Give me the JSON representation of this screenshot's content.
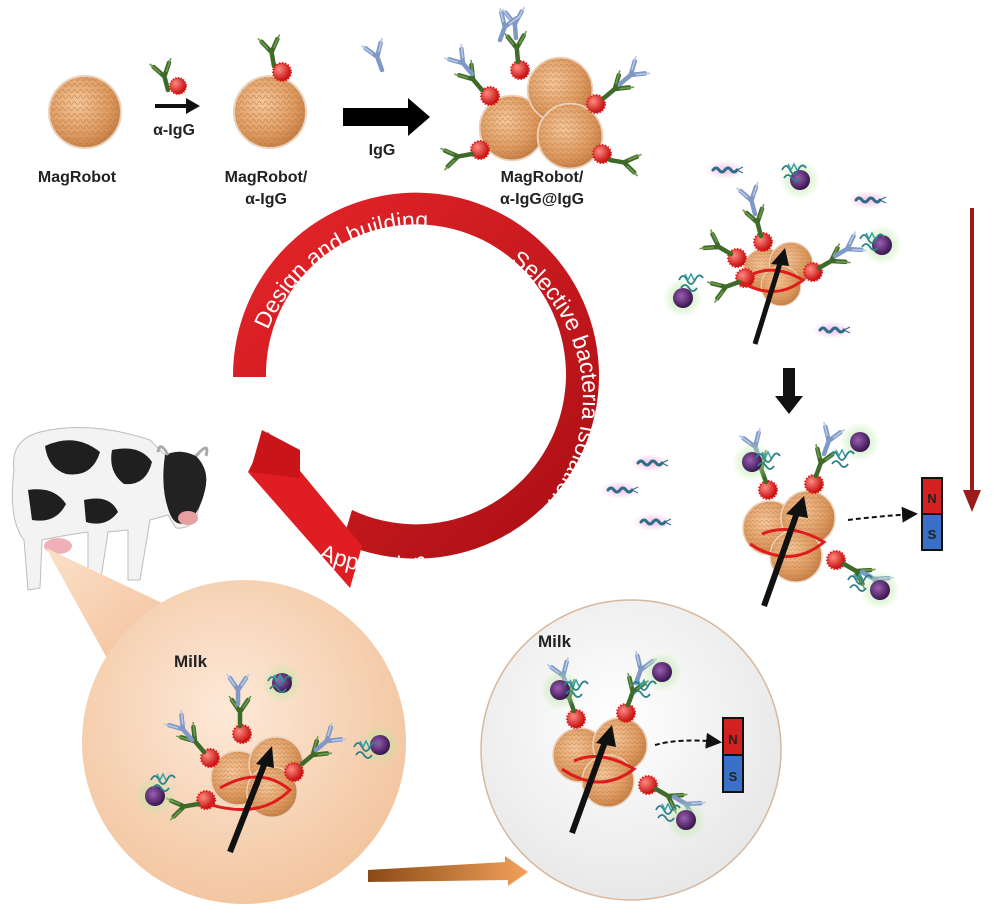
{
  "labels": {
    "magrobot": "MagRobot",
    "anti_igg": "α-IgG",
    "magrobot_anti_line1": "MagRobot/",
    "magrobot_anti_line2": "α-IgG",
    "igg": "IgG",
    "complex_line1": "MagRobot/",
    "complex_line2": "α-IgG@IgG",
    "milk_left": "Milk",
    "milk_right": "Milk",
    "magnet_north": "N",
    "magnet_south": "S"
  },
  "cycle": {
    "design": "Design and building",
    "isolation": "Selective bacteria isolation",
    "application": "Application"
  },
  "colors": {
    "particle": "#e0a46e",
    "antibody_dark": "#3f6b2a",
    "antibody_blue": "#8da6d0",
    "gold_red": "#e01b1b",
    "cycle_red": "#d3151b",
    "bacteria_purple": "#5a2a6e",
    "bacteria_glow": "#b7e8a0",
    "magnet_red": "#d32020",
    "magnet_blue": "#3a70c8"
  }
}
